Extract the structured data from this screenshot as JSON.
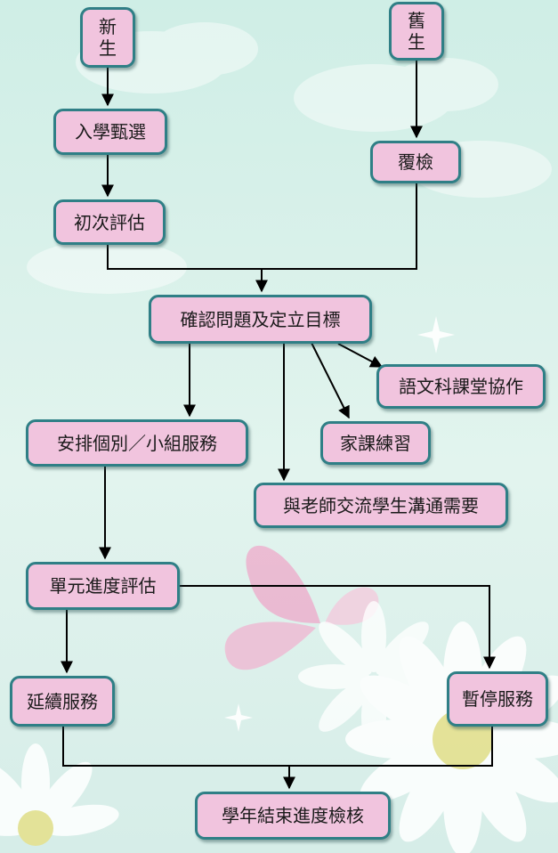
{
  "colors": {
    "node_fill": "#f1c4de",
    "node_border": "#2f7f86",
    "connector": "#000000"
  },
  "nodes": {
    "new_student": "新生",
    "old_student": "舊生",
    "admission_screening": "入學甄選",
    "reexamination": "覆檢",
    "initial_assessment": "初次評估",
    "confirm_goals": "確認問題及定立目標",
    "language_collaboration": "語文科課堂協作",
    "individual_group_service": "安排個別／小組服務",
    "homework_practice": "家課練習",
    "teacher_communication": "與老師交流學生溝通需要",
    "unit_progress_assessment": "單元進度評估",
    "continue_service": "延續服務",
    "suspend_service": "暫停服務",
    "year_end_review": "學年結束進度檢核"
  }
}
